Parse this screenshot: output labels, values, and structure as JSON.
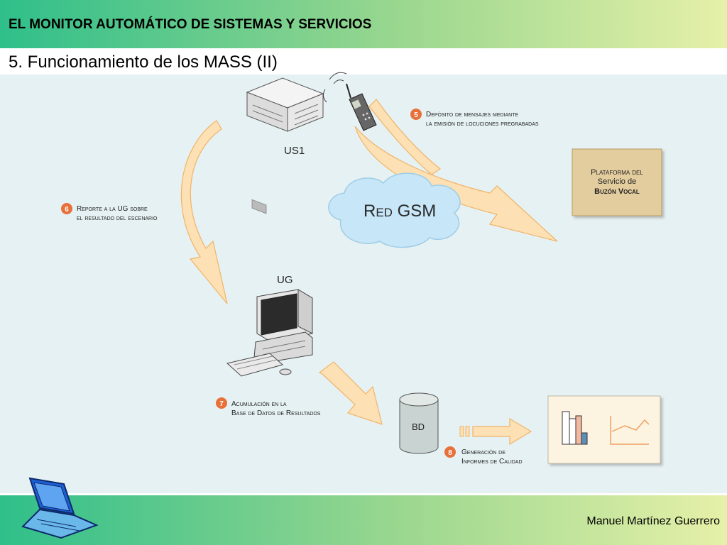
{
  "header": {
    "title": "EL MONITOR AUTOMÁTICO DE SISTEMAS Y SERVICIOS"
  },
  "slide": {
    "subtitle": "5. Funcionamiento de los MASS (II)"
  },
  "footer": {
    "author": "Manuel Martínez Guerrero"
  },
  "diagram": {
    "nodes": {
      "us1": "US1",
      "red_gsm": "Red GSM",
      "plataforma": [
        "Plataforma del",
        "Servicio de",
        "Buzón Vocal"
      ],
      "ug": "UG",
      "bd": "BD"
    },
    "steps": [
      {
        "number": "5",
        "lines": [
          "Depósito de mensajes mediante",
          "la emisión de locuciones pregrabadas"
        ]
      },
      {
        "number": "6",
        "lines": [
          "Reporte a la UG sobre",
          "el resultado del escenario"
        ]
      },
      {
        "number": "7",
        "lines": [
          "Acumulación en la",
          "Base de Datos de Resultados"
        ]
      },
      {
        "number": "8",
        "lines": [
          "Generación de",
          "Informes de Calidad"
        ]
      }
    ],
    "colors": {
      "background": "#e6f1f3",
      "arrow_fill": "#fde0b4",
      "arrow_stroke": "#f0b468",
      "badge": "#e8703a",
      "platform": "#e3cd9f",
      "cloud": "#c7e6f7"
    }
  }
}
